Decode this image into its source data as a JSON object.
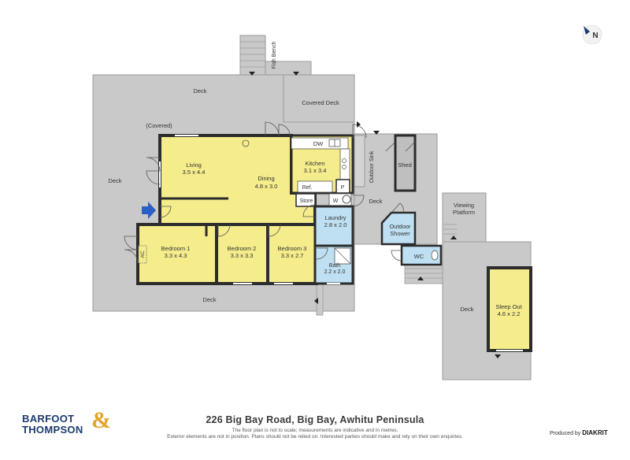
{
  "rooms": {
    "living": {
      "name": "Living",
      "dims": "3.5 x 4.4"
    },
    "dining": {
      "name": "Dining",
      "dims": "4.8 x 3.0"
    },
    "kitchen": {
      "name": "Kitchen",
      "dims": "3.1 x 3.4"
    },
    "bedroom1": {
      "name": "Bedroom 1",
      "dims": "3.3 x 4.3"
    },
    "bedroom2": {
      "name": "Bedroom 2",
      "dims": "3.3 x 3.3"
    },
    "bedroom3": {
      "name": "Bedroom 3",
      "dims": "3.3 x 2.7"
    },
    "laundry": {
      "name": "Laundry",
      "dims": "2.8 x 2.0"
    },
    "bath": {
      "name": "Bath",
      "dims": "2.2 x 2.0"
    },
    "sleepout": {
      "name": "Sleep Out",
      "dims": "4.6 x 2.2"
    }
  },
  "labels": {
    "deck": "Deck",
    "covered_deck": "Covered Deck",
    "covered": "(Covered)",
    "fish_bench": "Fish Bench",
    "outdoor_sink": "Outdoor Sink",
    "shed": "Shed",
    "outdoor_shower_1": "Outdoor",
    "outdoor_shower_2": "Shower",
    "wc": "WC",
    "viewing_1": "Viewing",
    "viewing_2": "Platform",
    "dw": "DW",
    "ref": "Ref.",
    "pantry": "P",
    "store": "Store",
    "washer": "W",
    "ac": "AC",
    "north": "N"
  },
  "footer": {
    "address": "226 Big Bay Road, Big Bay, Awhitu Peninsula",
    "note_line1": "The floor plan is not to scale; measurements are indicative and in metres.",
    "note_line2": "Exterior elements are not in position. Plans should not be relied on. Interested parties should make and rely on their own enquiries.",
    "brand_line1": "BARFOOT",
    "brand_line2": "THOMPSON",
    "brand_amp": "&",
    "produced_by": "Produced by",
    "producer": "DIAKRIT"
  },
  "colors": {
    "deck": "#c9c9c9",
    "room": "#f5ec8c",
    "wet": "#bfe0f2",
    "wall": "#2c2c2c",
    "entry_arrow": "#2a5fc4"
  }
}
